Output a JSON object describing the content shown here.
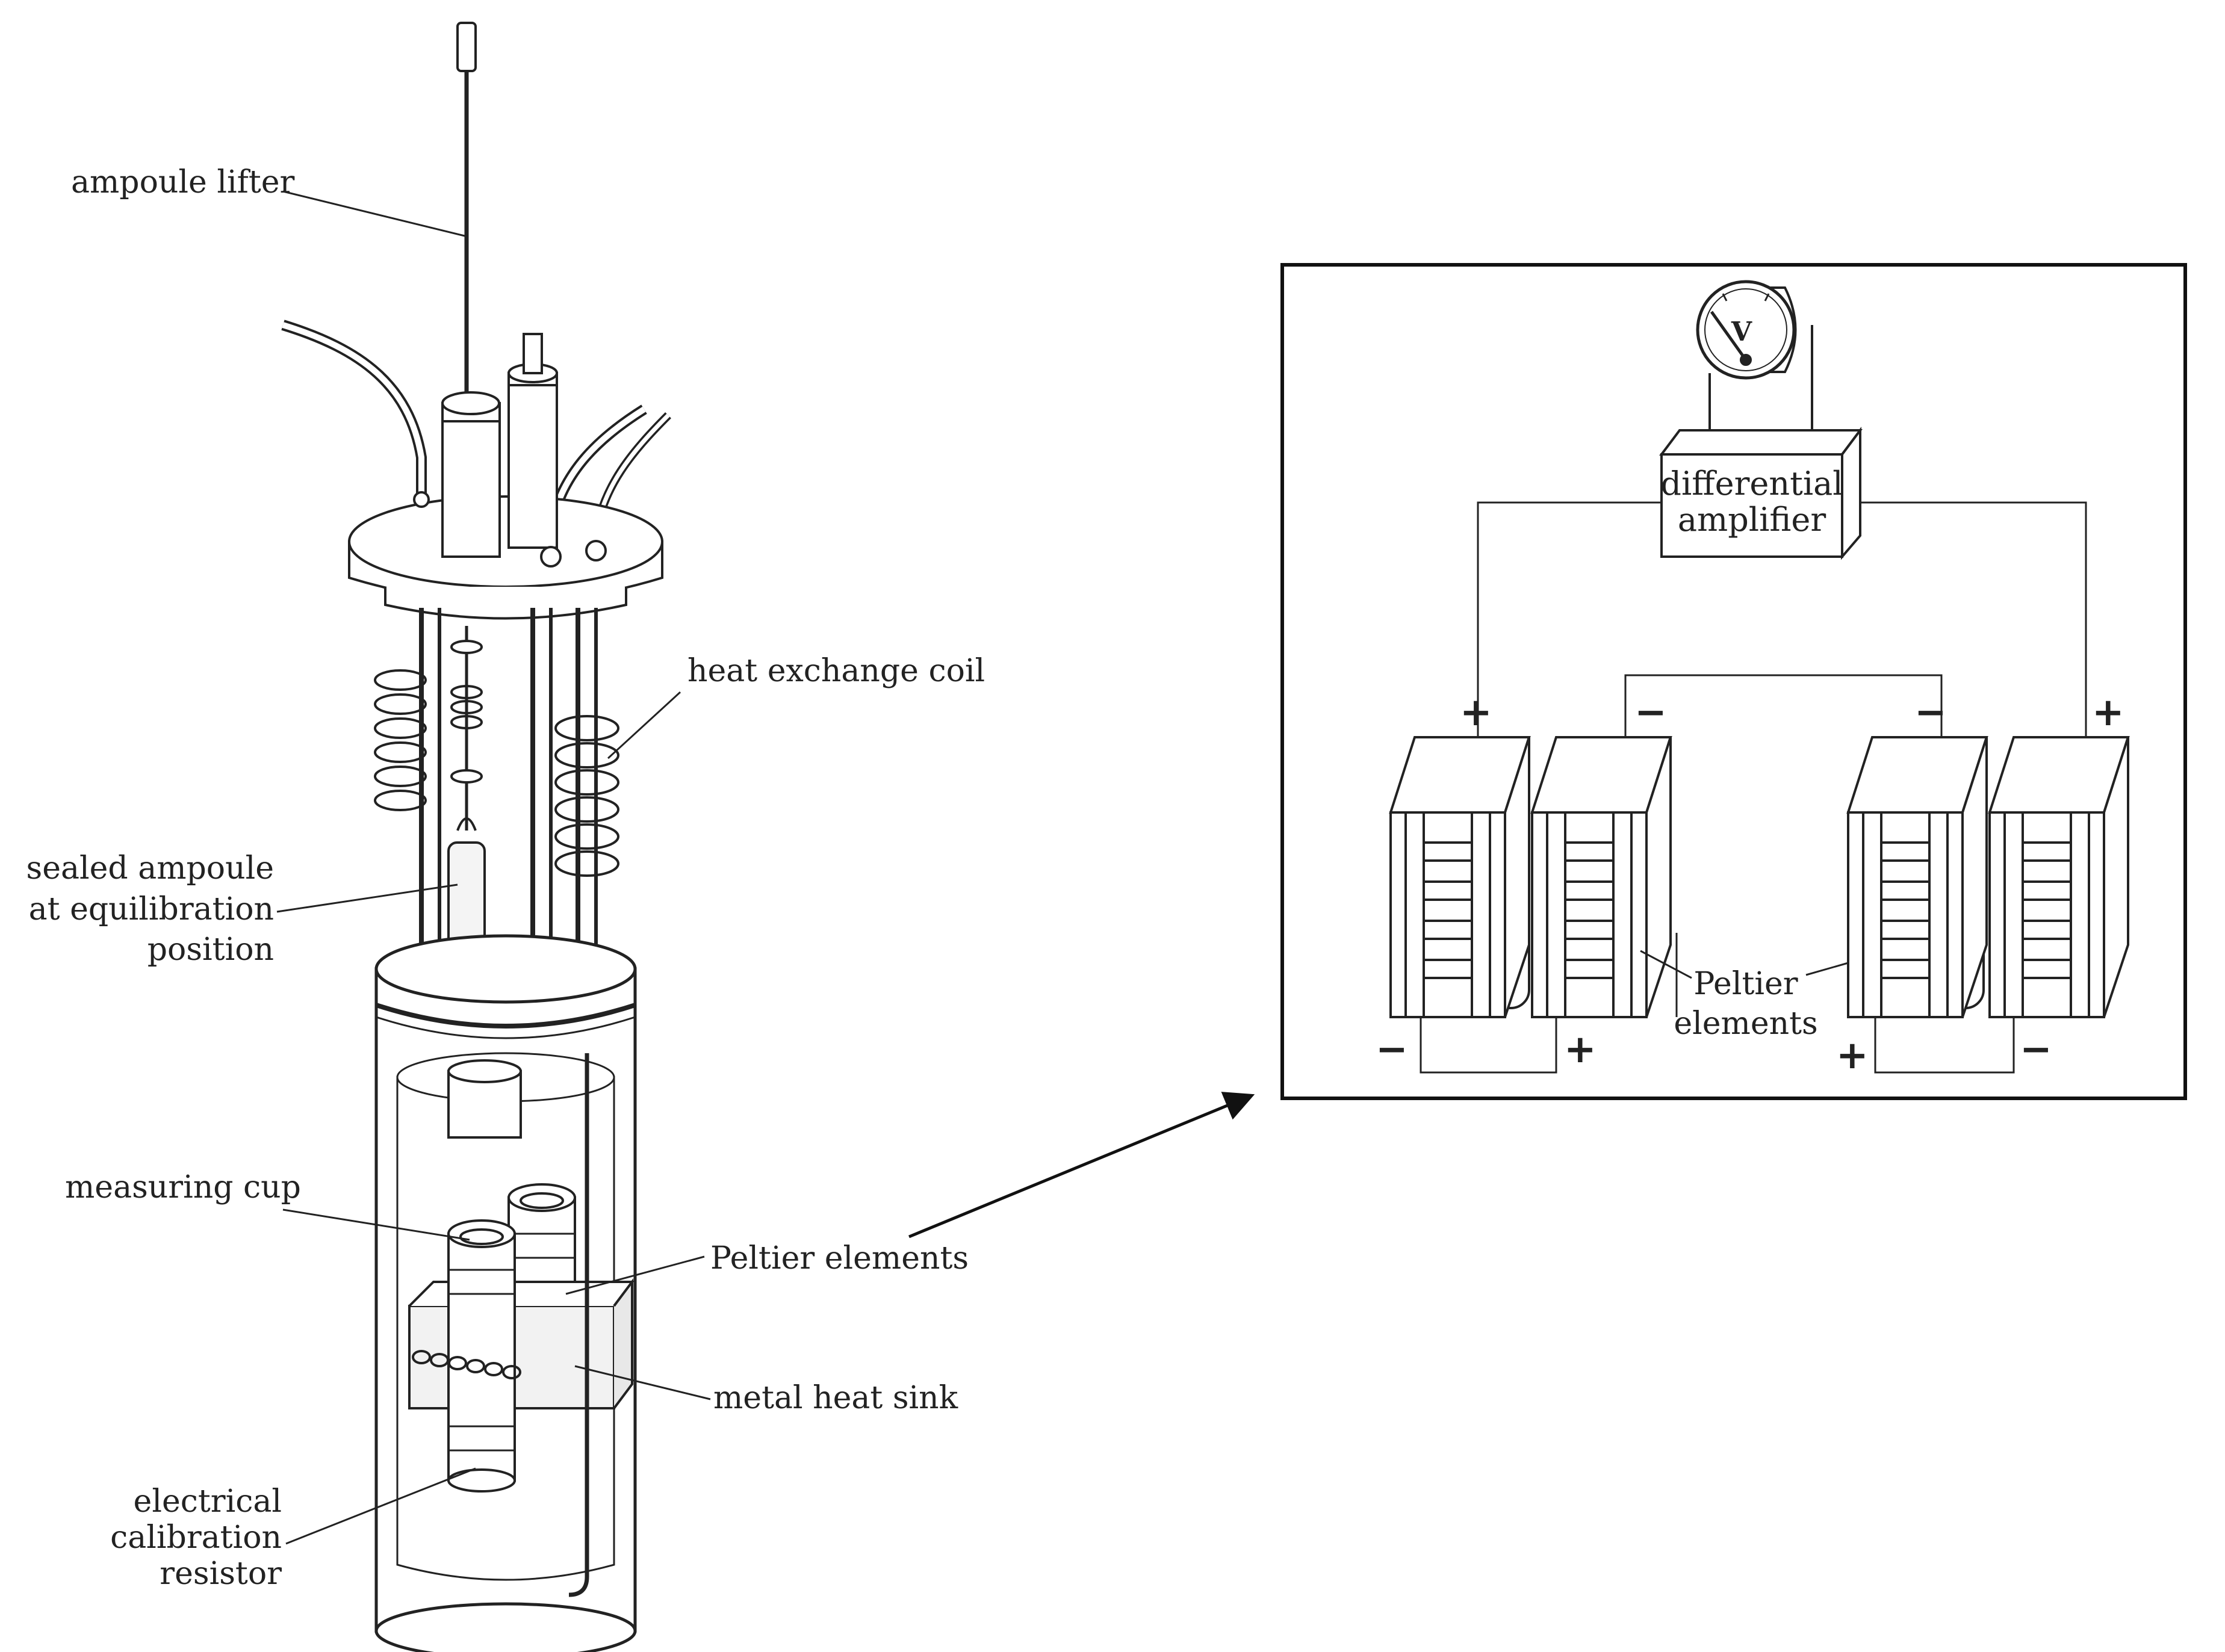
{
  "labels": {
    "ampoule_lifter": "ampoule lifter",
    "heat_exchange_coil": "heat exchange coil",
    "sealed_ampoule": [
      "sealed ampoule",
      "at equilibration",
      "position"
    ],
    "measuring_cup": "measuring cup",
    "peltier_elements_main": "Peltier elements",
    "metal_heat_sink": "metal heat sink",
    "calibration_resistor": [
      "electrical",
      "calibration",
      "resistor"
    ]
  },
  "circuit": {
    "amplifier": [
      "differential",
      "amplifier"
    ],
    "meter_symbol": "V",
    "peltier_label": [
      "Peltier",
      "elements"
    ],
    "signs": {
      "top_left": "+",
      "top_mid_left": "−",
      "top_mid_right": "−",
      "top_right": "+",
      "bottom_left_minus": "−",
      "bottom_left_plus": "+",
      "bottom_right_plus": "+",
      "bottom_right_minus": "−"
    }
  },
  "colors": {
    "ink": "#222222",
    "background": "#ffffff"
  }
}
